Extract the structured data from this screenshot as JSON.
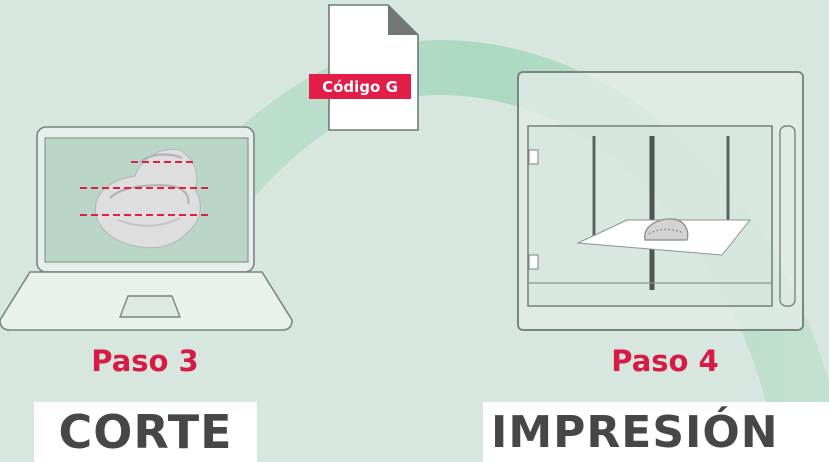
{
  "file_label": "Código G",
  "step3": {
    "title": "Paso 3",
    "stage": "CORTE"
  },
  "step4": {
    "title": "Paso 4",
    "stage": "IMPRESIÓN"
  },
  "colors": {
    "background": "#d7e7e0",
    "accent_red": "#d61b45",
    "arc_green": "#a6d7bd",
    "stage_text": "#474747"
  },
  "icons": [
    "g-code-file-icon",
    "laptop-icon",
    "dental-model-icon",
    "3d-printer-icon"
  ]
}
